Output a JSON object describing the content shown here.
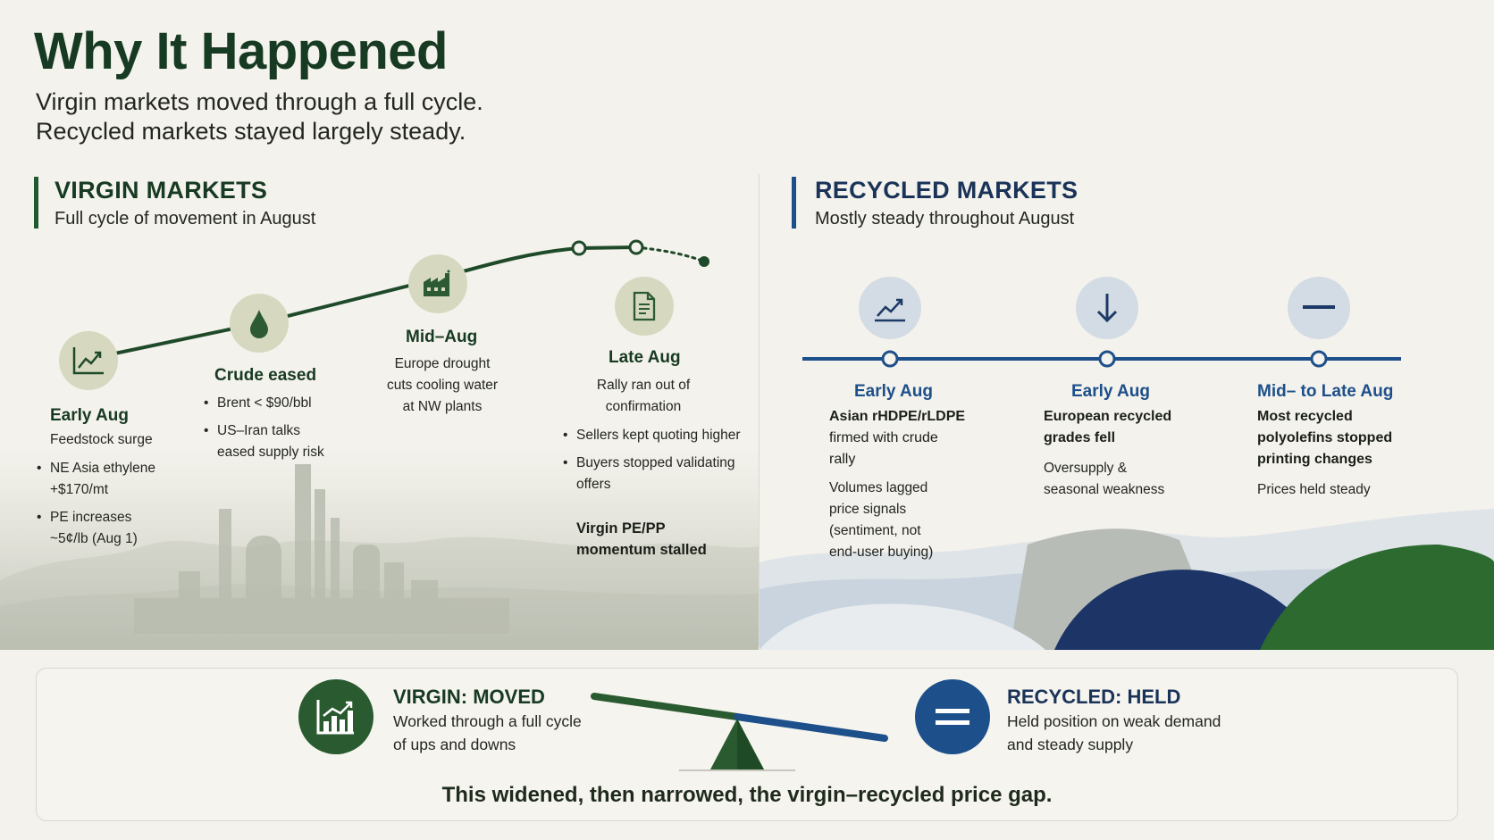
{
  "header": {
    "title": "Why It Happened",
    "subtitle_line1": "Virgin markets moved through a full cycle.",
    "subtitle_line2": "Recycled markets stayed largely steady."
  },
  "colors": {
    "virgin_green": "#1f5a2e",
    "recycled_blue": "#1d4f8a",
    "background": "#f4f2ec"
  },
  "virgin": {
    "title": "VIRGIN MARKETS",
    "subtitle": "Full cycle of movement in August",
    "stages": [
      {
        "icon": "trend-up-icon",
        "label": "Early Aug",
        "desc": "Feedstock surge",
        "bullets": [
          "NE Asia ethylene +$170/mt",
          "PE increases ~5¢/lb (Aug 1)"
        ]
      },
      {
        "icon": "oil-drop-icon",
        "label": "Crude eased",
        "bullets": [
          "Brent < $90/bbl",
          "US–Iran talks eased supply risk"
        ]
      },
      {
        "icon": "factory-icon",
        "label": "Mid–Aug",
        "desc_lines": [
          "Europe drought",
          "cuts cooling water",
          "at NW plants"
        ]
      },
      {
        "icon": "document-icon",
        "label": "Late Aug",
        "desc_lines": [
          "Rally ran out of",
          "confirmation"
        ],
        "bullets": [
          "Sellers kept quoting higher",
          "Buyers stopped validating offers"
        ],
        "conclusion_line1": "Virgin PE/PP",
        "conclusion_line2": "momentum stalled"
      }
    ]
  },
  "recycled": {
    "title": "RECYCLED MARKETS",
    "subtitle": "Mostly steady throughout August",
    "stages": [
      {
        "icon": "trend-up-icon",
        "label": "Early Aug",
        "bold_lines": [
          "Asian rHDPE/rLDPE",
          "firmed with crude",
          "rally"
        ],
        "text_lines": [
          "Volumes lagged",
          "price signals",
          "(sentiment, not",
          "end-user buying)"
        ]
      },
      {
        "icon": "arrow-down-icon",
        "label": "Early Aug",
        "bold_lines": [
          "European recycled",
          "grades fell"
        ],
        "text_lines": [
          "Oversupply &",
          "seasonal weakness"
        ]
      },
      {
        "icon": "minus-icon",
        "label": "Mid– to Late Aug",
        "bold_lines": [
          "Most recycled",
          "polyolefins stopped",
          "printing changes"
        ],
        "text_lines": [
          "Prices held steady"
        ]
      }
    ]
  },
  "summary": {
    "virgin_title": "VIRGIN: MOVED",
    "virgin_line1": "Worked through a full cycle",
    "virgin_line2": "of ups and downs",
    "recycled_title": "RECYCLED: HELD",
    "recycled_line1": "Held position on weak demand",
    "recycled_line2": "and steady supply",
    "conclusion": "This widened, then narrowed, the virgin–recycled price gap."
  }
}
